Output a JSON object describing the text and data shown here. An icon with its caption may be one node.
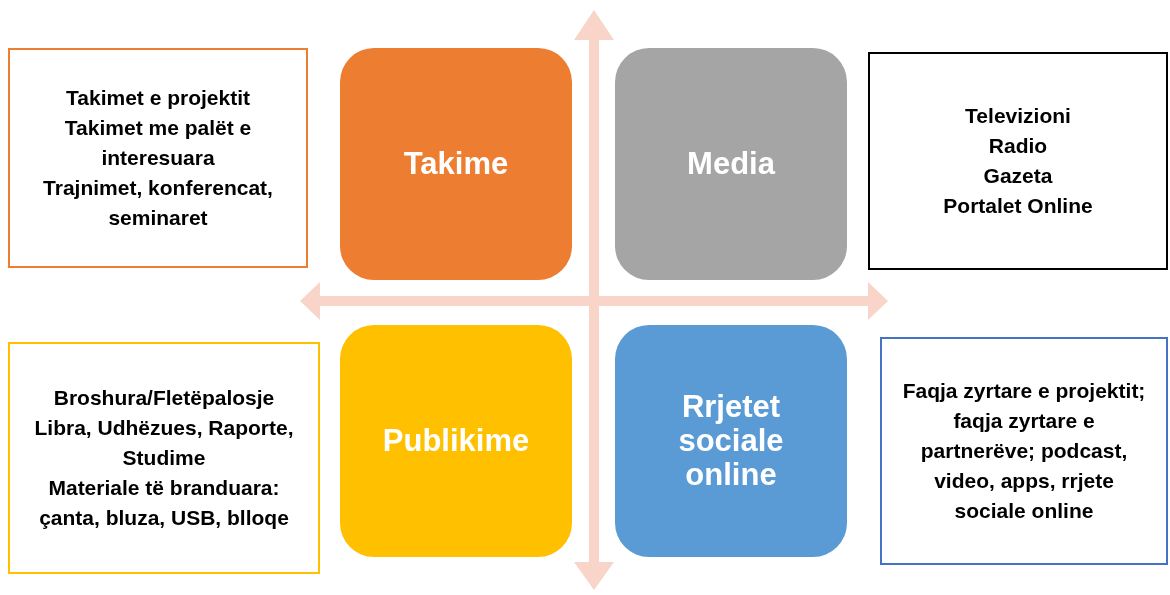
{
  "diagram": {
    "nodes": [
      {
        "text": [
          "Takimet e projektit",
          "Takimet me palët e interesuara",
          "Trajnimet, konferencat, seminaret"
        ]
      },
      {
        "text": [
          "Takime"
        ]
      },
      {
        "text": [
          "Media"
        ]
      },
      {
        "text": [
          "Televizioni",
          "Radio",
          "Gazeta",
          "Portalet Online"
        ]
      },
      {
        "text": [
          "Broshura/Fletëpalosje",
          "Libra, Udhëzues, Raporte, Studime",
          "Materiale të branduara: çanta, bluza, USB, blloqe"
        ]
      },
      {
        "text": [
          "Publikime"
        ]
      },
      {
        "text": [
          "Rrjetet sociale online"
        ]
      },
      {
        "text": [
          "Faqja zyrtare e projektit; faqja zyrtare e partnerëve; podcast, video, apps, rrjete sociale online"
        ]
      }
    ]
  }
}
